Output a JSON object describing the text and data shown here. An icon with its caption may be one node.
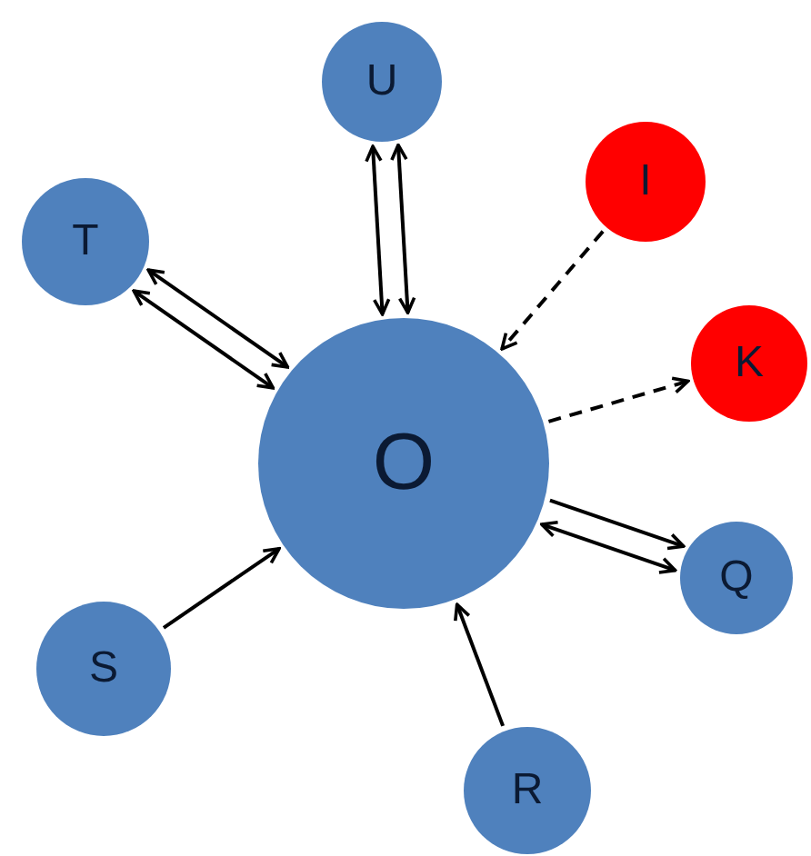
{
  "diagram": {
    "nodes": [
      {
        "text": [
          "U"
        ]
      },
      {
        "text": [
          "T"
        ]
      },
      {
        "text": [
          "O"
        ]
      },
      {
        "text": [
          "I"
        ]
      },
      {
        "text": [
          "K"
        ]
      },
      {
        "text": [
          "Q"
        ]
      },
      {
        "text": [
          "S"
        ]
      },
      {
        "text": [
          "R"
        ]
      }
    ],
    "edges": [
      {
        "from": 0,
        "to": 2,
        "arrow": "both"
      },
      {
        "from": 0,
        "to": 2,
        "arrow": "both"
      },
      {
        "from": 1,
        "to": 2,
        "arrow": "both"
      },
      {
        "from": 1,
        "to": 2,
        "arrow": "both"
      },
      {
        "from": 3,
        "to": 2,
        "arrow": "to",
        "style": "dashed"
      },
      {
        "from": 2,
        "to": 4,
        "arrow": "to",
        "style": "dashed"
      },
      {
        "from": 2,
        "to": 5,
        "arrow": "to"
      },
      {
        "from": 5,
        "to": 2,
        "arrow": "both"
      },
      {
        "from": 6,
        "to": 2,
        "arrow": "to"
      },
      {
        "from": 7,
        "to": 2,
        "arrow": "to"
      }
    ]
  }
}
